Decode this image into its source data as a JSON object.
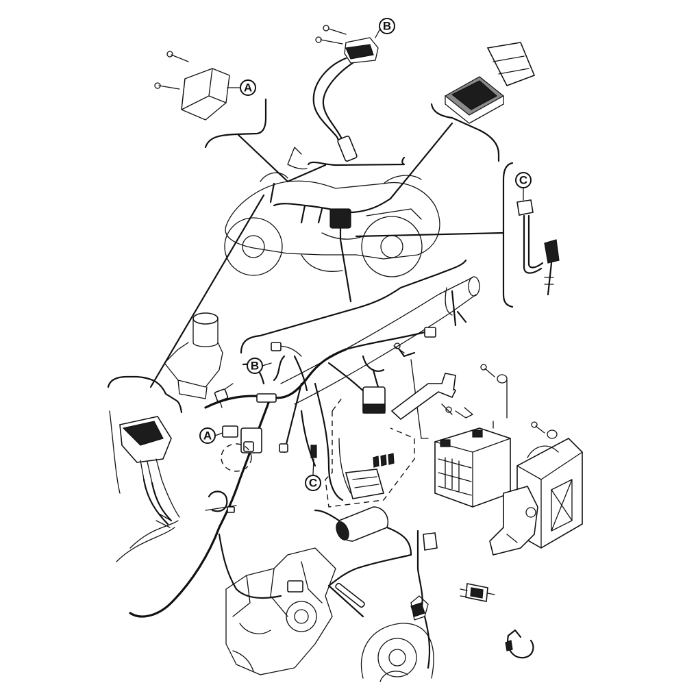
{
  "callouts": {
    "a_top": "A",
    "b_top": "B",
    "c_top": "C",
    "b_harness": "B",
    "a_harness": "A",
    "c_harness": "C"
  }
}
